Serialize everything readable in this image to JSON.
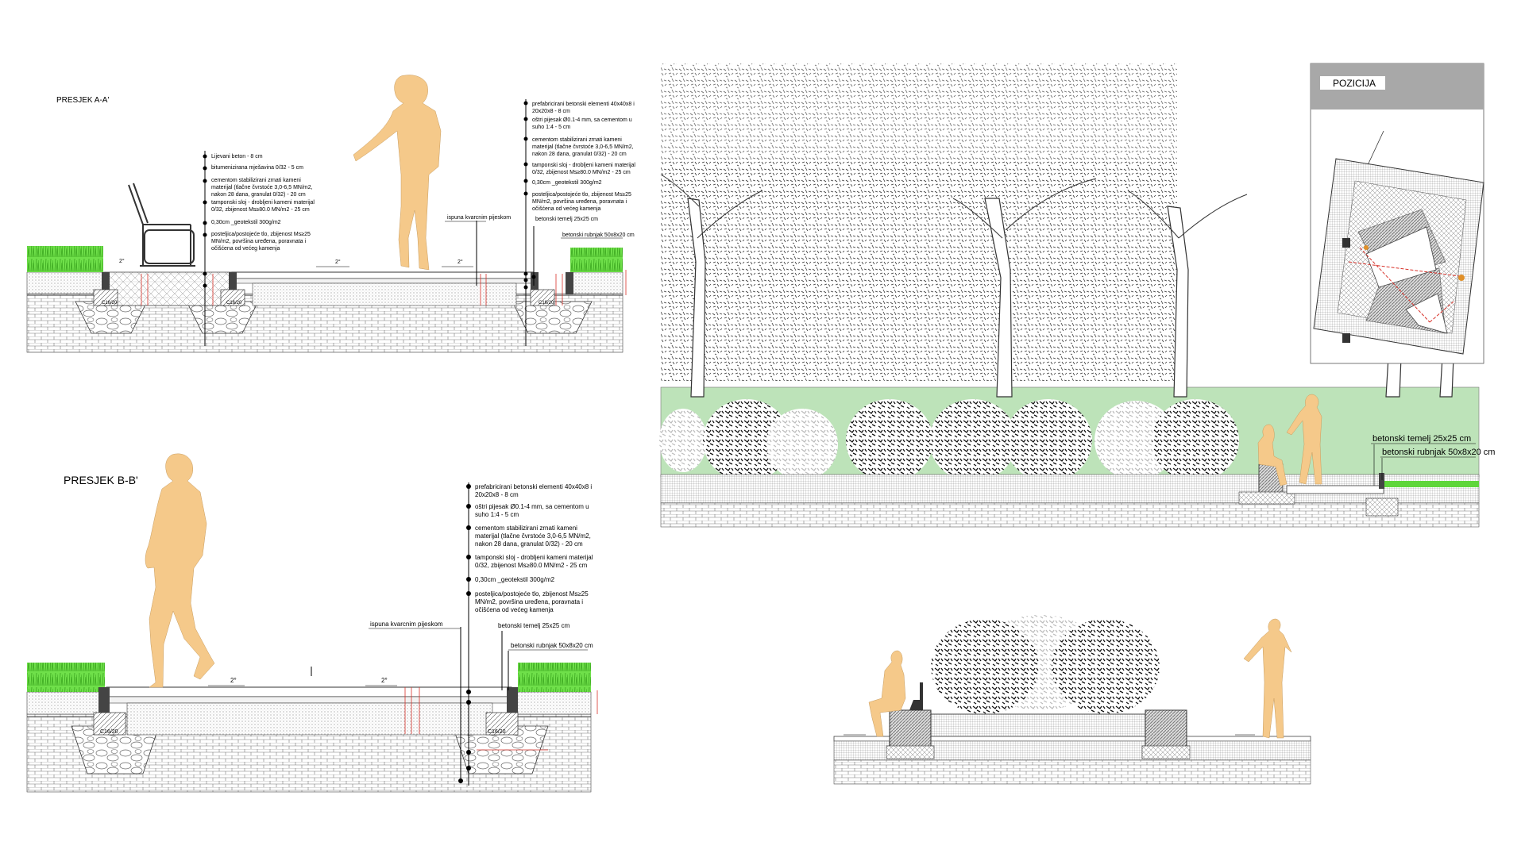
{
  "section_a": {
    "title": "PRESJEK A-A'",
    "notes_left": [
      "Lijevani beton - 8 cm",
      "bitumenizirana mješavina 0/32 - 5 cm",
      "cementom stabilizirani zrnati kameni",
      "materijal (tlačne čvrstoće 3,0-6,5 MN/m2,",
      "nakon 28 dana, granulat 0/32) - 20 cm",
      "tamponski sloj - drobljeni kameni materijal",
      "0/32, zbijenost Ms≥80.0 MN/m2 - 25 cm",
      "0,30cm _geotekstil 300g/m2",
      "posteljica/postojeće tlo, zbijenost Ms≥25",
      "MN/m2, površina uređena, poravnata i",
      "očišćena od većeg kamenja"
    ],
    "notes_right": [
      "prefabricirani betonski elementi 40x40x8 i",
      "20x20x8 - 8 cm",
      "oštri pijesak Ø0.1-4 mm, sa cementom u",
      "suho 1:4 - 5 cm",
      "cementom stabilizirani zrnati kameni",
      "materijal (tlačne čvrstoće 3,0-6,5 MN/m2,",
      "nakon 28 dana, granulat 0/32) - 20 cm",
      "tamponski sloj - drobljeni kameni materijal",
      "0/32, zbijenost Ms≥80.0 MN/m2 - 25 cm",
      "0,30cm _geotekstil 300g/m2",
      "posteljica/postojeće tlo, zbijenost Ms≥25",
      "MN/m2, površina uređena, poravnata i",
      "očišćena od većeg kamenja"
    ],
    "fill_label": "ispuna kvarcnim pijeskom",
    "foundation_label": "betonski temelj 25x25 cm",
    "curb_label": "betonski rubnjak 50x8x20 cm",
    "slope_label": "2°",
    "concrete_label": "C16/20"
  },
  "section_b": {
    "title": "PRESJEK B-B'",
    "notes": [
      "prefabricirani betonski elementi 40x40x8 i",
      "20x20x8 - 8 cm",
      "oštri pijesak Ø0.1-4 mm, sa cementom u",
      "suho 1:4 - 5 cm",
      "cementom stabilizirani zrnati kameni",
      "materijal (tlačne čvrstoće 3,0-6,5 MN/m2,",
      "nakon 28 dana, granulat 0/32) - 20 cm",
      "tamponski sloj - drobljeni kameni materijal",
      "0/32, zbijenost Ms≥80.0 MN/m2 - 25 cm",
      "0,30cm _geotekstil 300g/m2",
      "posteljica/postojeće tlo, zbijenost Ms≥25",
      "MN/m2, površina uređena, poravnata i",
      "očišćena od većeg kamenja"
    ],
    "fill_label": "ispuna kvarcnim pijeskom",
    "foundation_label": "betonski temelj 25x25 cm",
    "curb_label": "betonski rubnjak 50x8x20 cm",
    "slope_label": "2°",
    "concrete_label": "C16/20"
  },
  "elevation": {
    "foundation_label": "betonski temelj 25x25 cm",
    "curb_label": "betonski rubnjak 50x8x20 cm"
  },
  "position_inset": {
    "title": "POZICIJA"
  },
  "colors": {
    "figure": "#f5c98a",
    "grass": "#5fd63a",
    "lawn_band": "#bde3b9",
    "red_dim": "#d8322a"
  }
}
